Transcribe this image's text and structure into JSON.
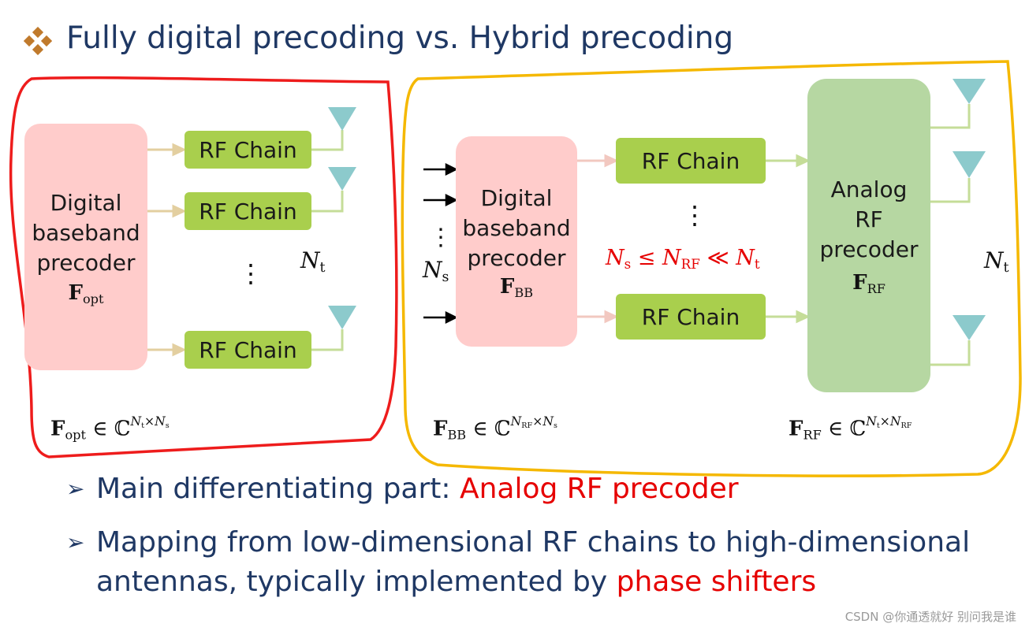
{
  "title": "Fully digital precoding vs. Hybrid precoding",
  "colors": {
    "title": "#1f3864",
    "accent_red": "#e60000",
    "left_outline": "#ee1c1c",
    "right_outline": "#f5b800",
    "baseband_fill": "#ffcccb",
    "rf_chain_fill": "#a9cf4d",
    "analog_fill": "#b6d7a2",
    "antenna": "#8ccacc"
  },
  "left_panel": {
    "baseband": {
      "line1": "Digital",
      "line2": "baseband",
      "line3": "precoder",
      "symbol": "F",
      "symbol_sub": "opt"
    },
    "rf_chains": [
      "RF Chain",
      "RF Chain",
      "RF Chain"
    ],
    "dots": "⋮",
    "antenna_label": "N",
    "antenna_label_sub": "t",
    "equation": {
      "lhs": "F",
      "lhs_sub": "opt",
      "rel": " ∈ ℂ",
      "sup_a": "N",
      "sup_a_sub": "t",
      "sup_times": "×",
      "sup_b": "N",
      "sup_b_sub": "s"
    }
  },
  "right_panel": {
    "input_dots": "⋮",
    "input_label": "N",
    "input_label_sub": "s",
    "baseband": {
      "line1": "Digital",
      "line2": "baseband",
      "line3": "precoder",
      "symbol": "F",
      "symbol_sub": "BB"
    },
    "rf_chains": [
      "RF Chain",
      "RF Chain"
    ],
    "dots": "⋮",
    "constraint": {
      "a": "N",
      "a_sub": "s",
      "le": " ≤ ",
      "b": "N",
      "b_sub": "RF",
      "ll": " ≪ ",
      "c": "N",
      "c_sub": "t"
    },
    "analog": {
      "line1": "Analog",
      "line2": "RF",
      "line3": "precoder",
      "symbol": "F",
      "symbol_sub": "RF"
    },
    "antenna_label": "N",
    "antenna_label_sub": "t",
    "equation_bb": {
      "lhs": "F",
      "lhs_sub": "BB",
      "rel": " ∈ ℂ",
      "sup_a": "N",
      "sup_a_sub": "RF",
      "sup_times": "×",
      "sup_b": "N",
      "sup_b_sub": "s"
    },
    "equation_rf": {
      "lhs": "F",
      "lhs_sub": "RF",
      "rel": " ∈ ℂ",
      "sup_a": "N",
      "sup_a_sub": "t",
      "sup_times": "×",
      "sup_b": "N",
      "sup_b_sub": "RF"
    }
  },
  "bullets": [
    {
      "marker": "➢",
      "text": "Main differentiating part: ",
      "highlight": "Analog RF precoder"
    },
    {
      "marker": "➢",
      "text": "Mapping from low-dimensional RF chains to high-dimensional",
      "continuation": "antennas, typically implemented by ",
      "highlight": "phase shifters"
    }
  ],
  "watermark": "CSDN @你通透就好 别问我是谁"
}
